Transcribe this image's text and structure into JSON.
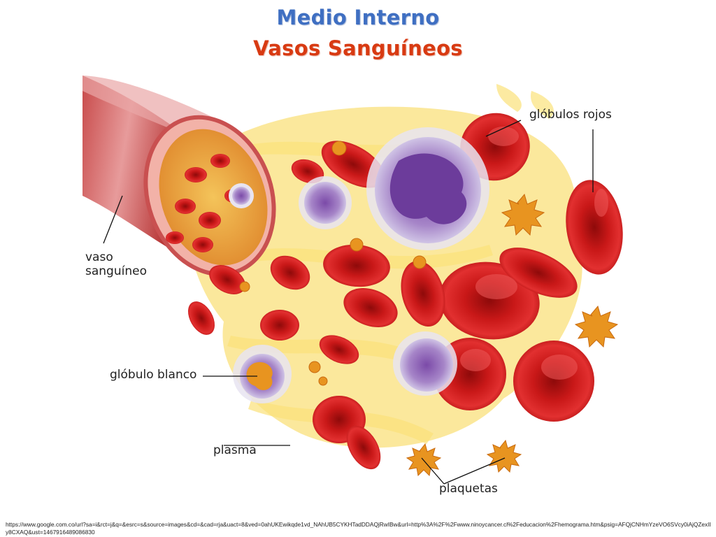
{
  "title": "Medio Interno",
  "subtitle": "Vasos Sanguíneos",
  "labels": {
    "red_cells": "glóbulos rojos",
    "vessel": "vaso sanguíneo",
    "white_cell": "glóbulo blanco",
    "plasma": "plasma",
    "platelets": "plaquetas"
  },
  "source_url": "https://www.google.com.co/url?sa=i&rct=j&q=&esrc=s&source=images&cd=&cad=rja&uact=8&ved=0ahUKEwikqde1vd_NAhUB5CYKHTadDDAQjRwIBw&url=http%3A%2F%2Fwww.ninoycancer.cl%2Feducacion%2Fhemograma.htm&psig=AFQjCNHmYzeVO6SVcy0iAjQZexIIy8CXAQ&ust=1467916489086830",
  "colors": {
    "title": "#3f6fc2",
    "subtitle": "#d83a12",
    "red_cell": "#d41f1f",
    "plasma": "#f7d64a",
    "white_cell": "#8a5bb0",
    "platelet": "#e89420"
  }
}
